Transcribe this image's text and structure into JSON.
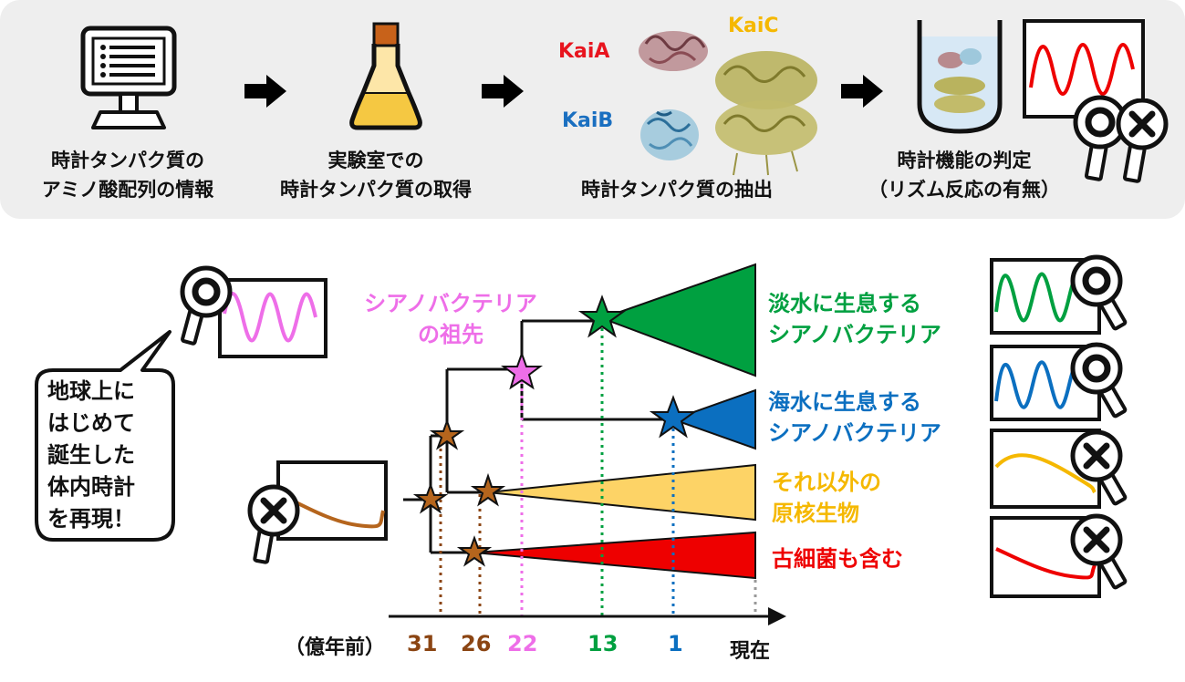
{
  "workflow": {
    "step1": {
      "line1": "時計タンパク質の",
      "line2": "アミノ酸配列の情報"
    },
    "step2": {
      "line1": "実験室での",
      "line2": "時計タンパク質の取得"
    },
    "step3": {
      "label": "時計タンパク質の抽出",
      "proteins": [
        "KaiA",
        "KaiB",
        "KaiC"
      ]
    },
    "step4": {
      "line1": "時計機能の判定",
      "line2": "（リズム反応の有無）"
    }
  },
  "tree": {
    "ancestor_label": {
      "line1": "シアノバクテリア",
      "line2": "の祖先"
    },
    "speech_bubble": [
      "地球上に",
      "はじめて",
      "誕生した",
      "体内時計",
      "を再現！"
    ],
    "groups": [
      {
        "line1": "淡水に生息する",
        "line2": "シアノバクテリア",
        "color": "#00a040",
        "rhythm": "present"
      },
      {
        "line1": "海水に生息する",
        "line2": "シアノバクテリア",
        "color": "#0b6fc0",
        "rhythm": "present"
      },
      {
        "line1": "それ以外の",
        "line2": "原核生物",
        "color": "#f5b800",
        "rhythm": "absent"
      },
      {
        "line1": "古細菌も含む",
        "line2": "",
        "color": "#ee0000",
        "rhythm": "absent"
      }
    ],
    "axis": {
      "unit_label": "（億年前）",
      "ticks": [
        {
          "label": "31",
          "color": "#8b4513"
        },
        {
          "label": "26",
          "color": "#8b4513"
        },
        {
          "label": "22",
          "color": "#ee6ee8"
        },
        {
          "label": "13",
          "color": "#00a040"
        },
        {
          "label": "1",
          "color": "#0b6fc0"
        },
        {
          "label": "現在",
          "color": "#111111"
        }
      ]
    }
  },
  "colors": {
    "panel_bg": "#eeeeee",
    "ancestor": "#ee6ee8",
    "brown": "#b5651d"
  }
}
